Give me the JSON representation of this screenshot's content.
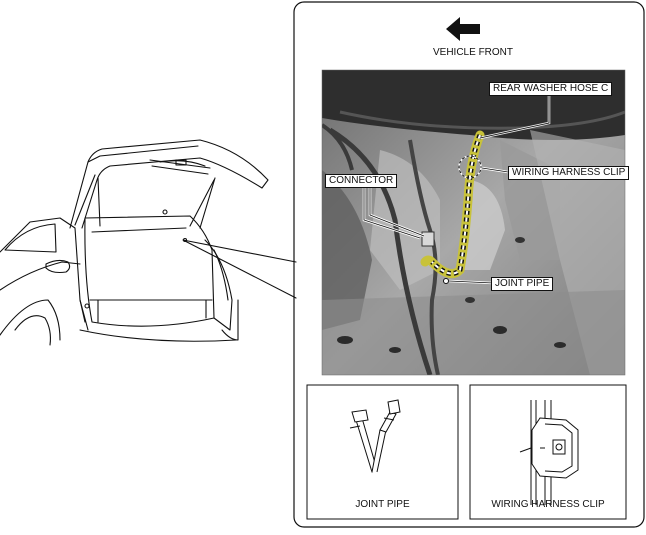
{
  "direction": {
    "label": "VEHICLE FRONT",
    "icon": "arrow-left-icon"
  },
  "callouts": {
    "rear_washer_hose": "REAR WASHER HOSE C",
    "wiring_harness_clip": "WIRING HARNESS CLIP",
    "connector": "CONNECTOR",
    "joint_pipe": "JOINT PIPE"
  },
  "detail_panels": [
    {
      "caption": "JOINT PIPE"
    },
    {
      "caption": "WIRING HARNESS CLIP"
    }
  ],
  "colors": {
    "hose_highlight": "#c8c23a",
    "photo_dark": "#2a2a2a",
    "photo_mid": "#8a8a8a",
    "line": "#111111"
  }
}
